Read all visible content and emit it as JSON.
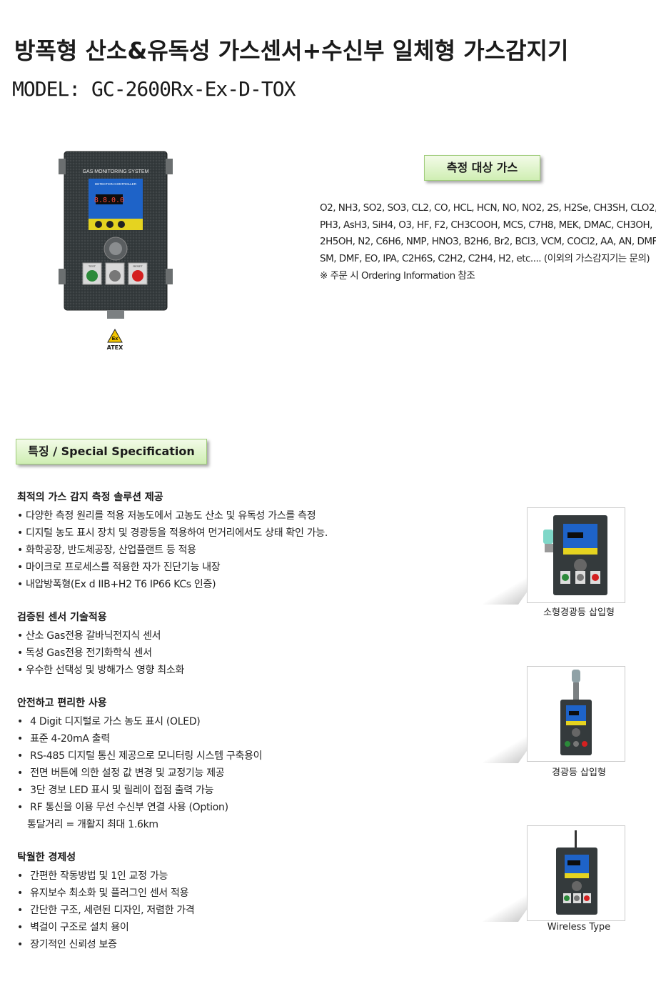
{
  "header": {
    "title": "방폭형 산소&유독성 가스센서+수신부 일체형 가스감지기",
    "model": "MODEL: GC-2600Rx-Ex-D-TOX"
  },
  "hero": {
    "device_label": "GAS MONITORING SYSTEM",
    "panel_label": "DETECTION CONTROLLER",
    "display_value": "8.8.0.0",
    "button_labels": [
      "TEST",
      "",
      "RESET"
    ],
    "atex_symbol": "Ex",
    "atex_label": "ATEX"
  },
  "gas": {
    "heading": "측정 대상 가스",
    "lines": [
      "O2, NH3, SO2, SO3, CL2, CO, HCL, HCN, NO, NO2, 2S, H2Se, CH3SH, CLO2,",
      "PH3, AsH3, SiH4, O3, HF, F2, CH3COOH, MCS, C7H8, MEK, DMAC, CH3OH,",
      "2H5OH, N2, C6H6, NMP, HNO3, B2H6, Br2, BCl3, VCM, COCl2, AA, AN, DMF,",
      "SM, DMF, EO, IPA, C2H6S, C2H2, C2H4, H2, etc.... (이외의 가스감지기는 문의)",
      "※ 주문 시 Ordering Information 참조"
    ]
  },
  "spec": {
    "heading": "특징  / Special Specification",
    "sections": [
      {
        "title": "최적의 가스 감지 측정 솔루션 제공",
        "items": [
          "다양한 측정 원리를 적용 저농도에서 고농도 산소 및 유독성 가스를 측정",
          "디지털 농도 표시 장치 및 경광등을 적용하여 먼거리에서도 상태 확인 가능.",
          "화학공장, 반도체공장, 산업플랜트 등 적용",
          "마이크로 프로세스를 적용한 자가 진단기능 내장",
          "내압방폭형(Ex d IIB+H2 T6 IP66 KCs 인증)"
        ]
      },
      {
        "title": "검증된 센서 기술적용",
        "items": [
          "산소 Gas전용 갈바닉전지식 센서",
          "독성 Gas전용 전기화학식 센서",
          "우수한 선택성 및 방해가스 영향 최소화"
        ]
      },
      {
        "title": "안전하고 편리한 사용",
        "items": [
          " 4 Digit 디지털로 가스 농도 표시 (OLED)",
          " 표준 4-20mA 출력",
          " RS-485 디지털 통신 제공으로 모니터링 시스템 구축용이",
          " 전면 버튼에 의한 설정 값 변경 및 교정기능 제공",
          " 3단 경보 LED 표시 및 릴레이 접점 출력 가능",
          " RF 통신을 이용 무선 수신부 연결 사용 (Option)"
        ],
        "continuation": "통달거리 = 개활지 최대 1.6km"
      },
      {
        "title": "탁월한 경제성",
        "items": [
          " 간편한 작동방법 및 1인 교정 가능",
          " 유지보수 최소화 및 플러그인 센서 적용",
          " 간단한 구조, 세련된 디자인, 저렴한 가격",
          " 벽걸이 구조로 설치 용이",
          " 장기적인 신뢰성 보증"
        ]
      }
    ]
  },
  "variants": [
    {
      "caption": "소형경광등 삽입형"
    },
    {
      "caption": "경광등 삽입형"
    },
    {
      "caption": "Wireless Type"
    }
  ],
  "colors": {
    "label_green_light": "#f3fbe8",
    "label_green": "#cfeeb3",
    "device_body": "#2f3436",
    "display_blue": "#1e63c8",
    "button_red": "#d42020",
    "button_green": "#2c8a3a"
  }
}
